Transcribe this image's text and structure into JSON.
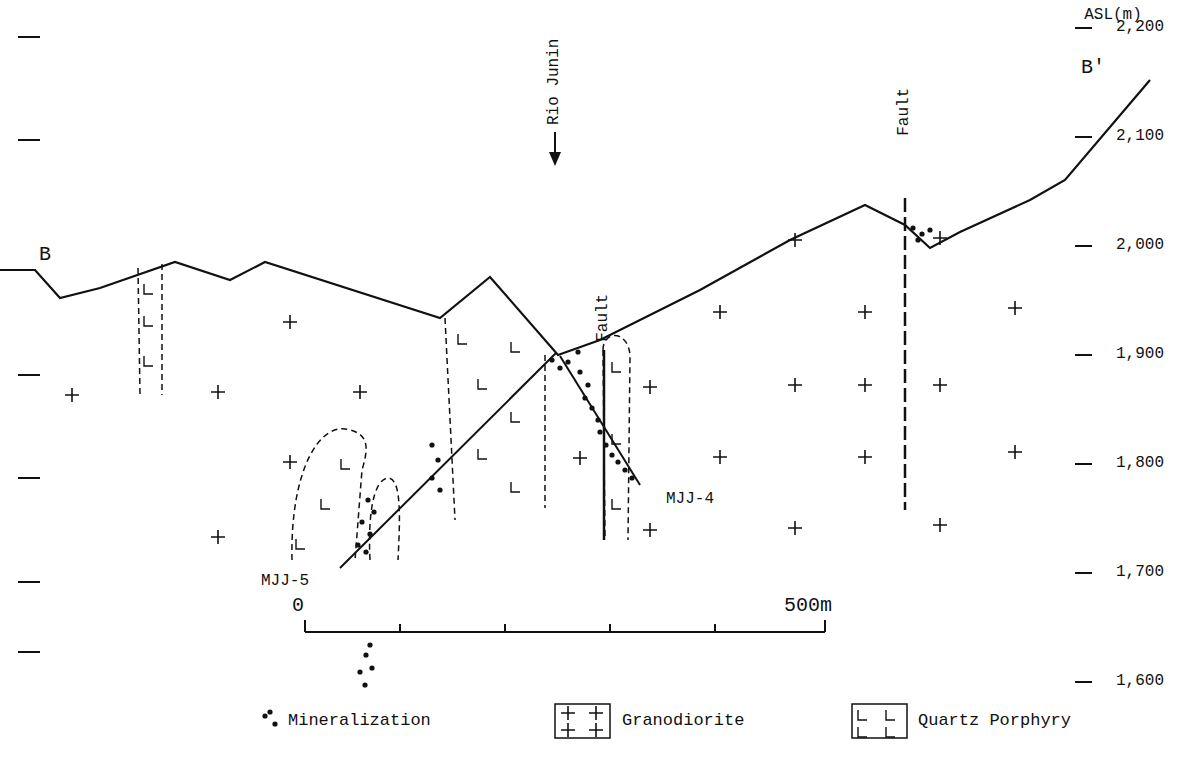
{
  "diagram": {
    "labels": [
      "B",
      "B'",
      "ASL(m)",
      "2,200",
      "2,100",
      "2,000",
      "1,900",
      "1,800",
      "1,700",
      "1,600",
      "Rio Junin",
      "Fault",
      "Fault",
      "MJJ-5",
      "MJJ-4",
      "0",
      "500m"
    ],
    "legend": [
      {
        "text": "Mineralization"
      },
      {
        "text": "Granodiorite"
      },
      {
        "text": "Quartz Porphyry"
      }
    ]
  }
}
